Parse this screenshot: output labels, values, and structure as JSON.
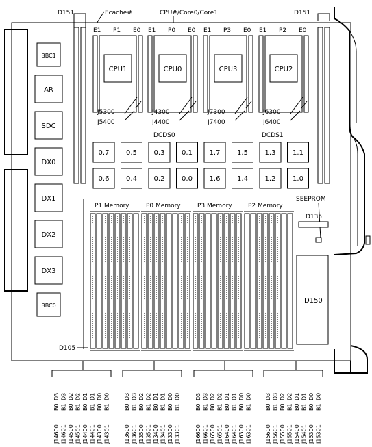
{
  "top_labels": {
    "d151_left": "D151",
    "ecache": "Ecache#",
    "cpu_core": "CPU#/Core0/Core1",
    "d151_right": "D151"
  },
  "cpu_modules": [
    {
      "cpu": "CPU1",
      "e1": "E1",
      "p": "P1",
      "e0": "E0",
      "j_top": "J5300",
      "j_bottom": "J5400"
    },
    {
      "cpu": "CPU0",
      "e1": "E1",
      "p": "P0",
      "e0": "E0",
      "j_top": "J4300",
      "j_bottom": "J4400"
    },
    {
      "cpu": "CPU3",
      "e1": "E1",
      "p": "P3",
      "e0": "E0",
      "j_top": "J7300",
      "j_bottom": "J7400"
    },
    {
      "cpu": "CPU2",
      "e1": "E1",
      "p": "P2",
      "e0": "E0",
      "j_top": "J6300",
      "j_bottom": "J6400"
    }
  ],
  "dcds_labels": [
    "DCDS0",
    "DCDS1"
  ],
  "dcds_row1": [
    "0.7",
    "0.5",
    "0.3",
    "0.1",
    "1.7",
    "1.5",
    "1.3",
    "1.1"
  ],
  "dcds_row2": [
    "0.6",
    "0.4",
    "0.2",
    "0.0",
    "1.6",
    "1.4",
    "1.2",
    "1.0"
  ],
  "left_chips": [
    "BBC1",
    "AR",
    "SDC",
    "DX0",
    "DX1",
    "DX2",
    "DX3",
    "BBC0"
  ],
  "memory_labels": [
    "P1 Memory",
    "P0 Memory",
    "P3 Memory",
    "P2 Memory"
  ],
  "seeprom": "SEEPROM",
  "d135": "D135",
  "d150": "D150",
  "d105": "D105",
  "dimm_groups": [
    {
      "banks": [
        "D3",
        "D3",
        "D2",
        "D2",
        "D1",
        "D1",
        "D0",
        "D0"
      ],
      "codes": [
        "B0",
        "B1",
        "B0",
        "B1",
        "B0",
        "B1",
        "B0",
        "B1"
      ],
      "js": [
        "J14600",
        "J14601",
        "J14500",
        "J14501",
        "J14400",
        "J14401",
        "J14300",
        "J14301"
      ]
    },
    {
      "banks": [
        "D3",
        "D3",
        "D2",
        "D2",
        "D1",
        "D1",
        "D0",
        "D0"
      ],
      "codes": [
        "B0",
        "B1",
        "B0",
        "B1",
        "B0",
        "B1",
        "B0",
        "B1"
      ],
      "js": [
        "J13600",
        "J13601",
        "J13500",
        "J13501",
        "J13400",
        "J13401",
        "J13300",
        "J13301"
      ]
    },
    {
      "banks": [
        "D3",
        "D3",
        "D2",
        "D2",
        "D1",
        "D1",
        "D0",
        "D0"
      ],
      "codes": [
        "B0",
        "B1",
        "B0",
        "B1",
        "B0",
        "B1",
        "B0",
        "B1"
      ],
      "js": [
        "J16600",
        "J16601",
        "J16500",
        "J16501",
        "J16400",
        "J16401",
        "J16300",
        "J16301"
      ]
    },
    {
      "banks": [
        "D3",
        "D3",
        "D2",
        "D2",
        "D1",
        "D1",
        "D0",
        "D0"
      ],
      "codes": [
        "B0",
        "B1",
        "B0",
        "B1",
        "B0",
        "B1",
        "B0",
        "B1"
      ],
      "js": [
        "J15600",
        "J15601",
        "J15500",
        "J15501",
        "J15400",
        "J15401",
        "J15300",
        "J15301"
      ]
    }
  ]
}
